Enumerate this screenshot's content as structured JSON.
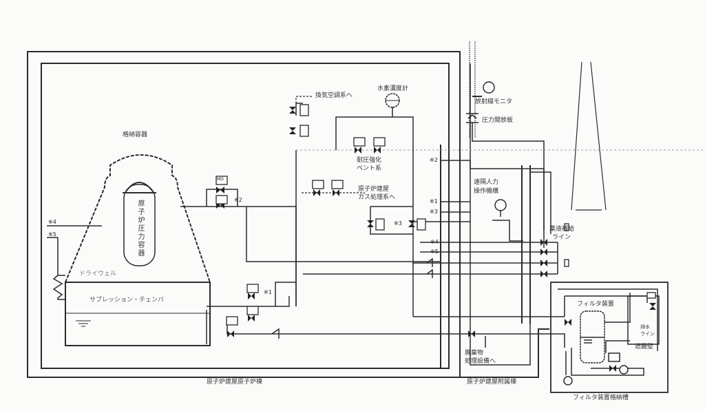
{
  "labels": {
    "containment": "格納容器",
    "rpv": "原子炉圧力容器",
    "drywell": "ドライウェル",
    "suppression": "サプレッション・チェンバ",
    "ventilation": "換気空調系へ",
    "h2_meter": "水素濃度計",
    "rad_monitor": "放射線モニタ",
    "rupture_disk": "圧力開放板",
    "hardened_vent_1": "耐圧強化",
    "hardened_vent_2": "ベント系",
    "sgts_1": "原子炉建屋",
    "sgts_2": "ガス処理系へ",
    "remote_1": "遠隔人力",
    "remote_2": "操作機構",
    "chem_1": "薬液補給",
    "chem_2": "ライン",
    "filter": "フィルタ装置",
    "drain_1": "排水",
    "drain_2": "ライン",
    "shield": "遮蔽壁",
    "waste_1": "廃棄物",
    "waste_2": "処理設備へ",
    "reactor_bldg": "原子炉建屋原子炉棟",
    "annex_bldg": "原子炉建屋附属棟",
    "filter_pit": "フィルタ装置格納槽",
    "mo": "MO",
    "m1": "※1",
    "m2": "※2",
    "m3": "※3",
    "m4": "※4",
    "m5": "※5"
  }
}
